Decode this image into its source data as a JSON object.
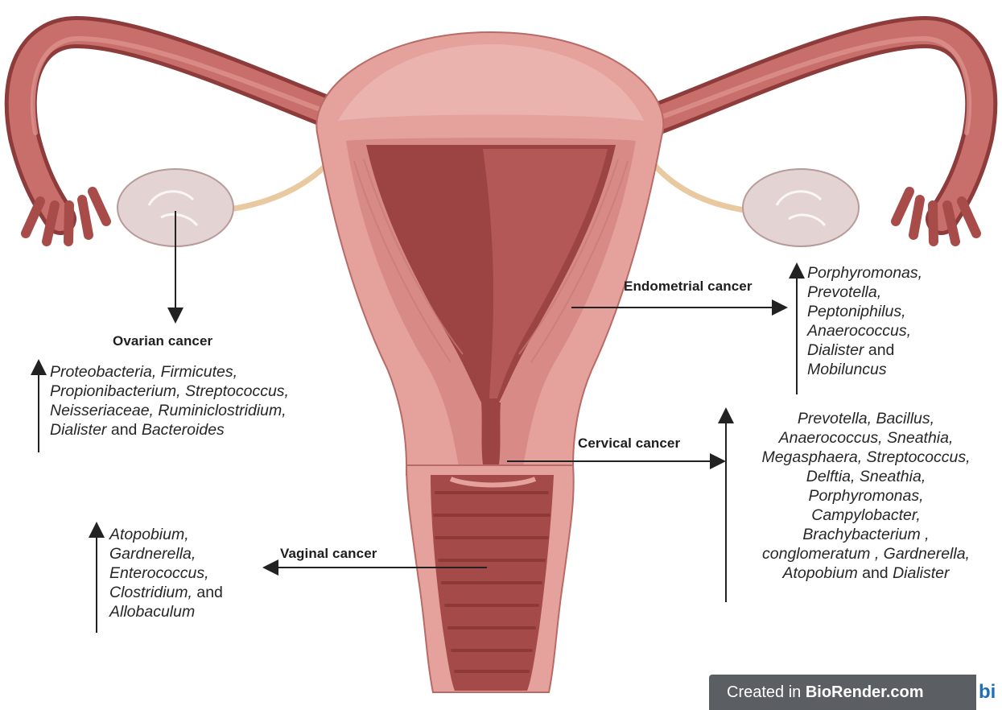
{
  "labels": {
    "ovarian": "Ovarian cancer",
    "endometrial": "Endometrial cancer",
    "cervical": "Cervical cancer",
    "vaginal": "Vaginal cancer"
  },
  "bacteria": {
    "ovarian": [
      [
        {
          "t": "Proteobacteria, Firmicutes,",
          "i": true
        }
      ],
      [
        {
          "t": "Propionibacterium, Streptococcus,",
          "i": true
        }
      ],
      [
        {
          "t": "Neisseriaceae, Ruminiclostridium,",
          "i": true
        }
      ],
      [
        {
          "t": "Dialister",
          "i": true
        },
        {
          "t": " and ",
          "i": false
        },
        {
          "t": "Bacteroides",
          "i": true
        }
      ]
    ],
    "endometrial": [
      [
        {
          "t": "Porphyromonas,",
          "i": true
        }
      ],
      [
        {
          "t": "Prevotella,",
          "i": true
        }
      ],
      [
        {
          "t": "Peptoniphilus,",
          "i": true
        }
      ],
      [
        {
          "t": "Anaerococcus,",
          "i": true
        }
      ],
      [
        {
          "t": "Dialister",
          "i": true
        },
        {
          "t": " and",
          "i": false
        }
      ],
      [
        {
          "t": "Mobiluncus",
          "i": true
        }
      ]
    ],
    "cervical": [
      [
        {
          "t": "Prevotella, Bacillus,",
          "i": true
        }
      ],
      [
        {
          "t": "Anaerococcus, Sneathia,",
          "i": true
        }
      ],
      [
        {
          "t": "Megasphaera, Streptococcus,",
          "i": true
        }
      ],
      [
        {
          "t": "Delftia, Sneathia,",
          "i": true
        }
      ],
      [
        {
          "t": "Porphyromonas,",
          "i": true
        }
      ],
      [
        {
          "t": "Campylobacter,",
          "i": true
        }
      ],
      [
        {
          "t": "Brachybacterium ,",
          "i": true
        }
      ],
      [
        {
          "t": "conglomeratum , Gardnerella,",
          "i": true
        }
      ],
      [
        {
          "t": "Atopobium",
          "i": true
        },
        {
          "t": " and ",
          "i": false
        },
        {
          "t": "Dialister",
          "i": true
        }
      ]
    ],
    "vaginal": [
      [
        {
          "t": "Atopobium,",
          "i": true
        }
      ],
      [
        {
          "t": "Gardnerella,",
          "i": true
        }
      ],
      [
        {
          "t": "Enterococcus,",
          "i": true
        }
      ],
      [
        {
          "t": "Clostridium,",
          "i": true
        },
        {
          "t": " and",
          "i": false
        }
      ],
      [
        {
          "t": "Allobaculum",
          "i": true
        }
      ]
    ]
  },
  "watermark": {
    "prefix": "Created in ",
    "brand": "BioRender.com",
    "logo": "bi"
  }
}
